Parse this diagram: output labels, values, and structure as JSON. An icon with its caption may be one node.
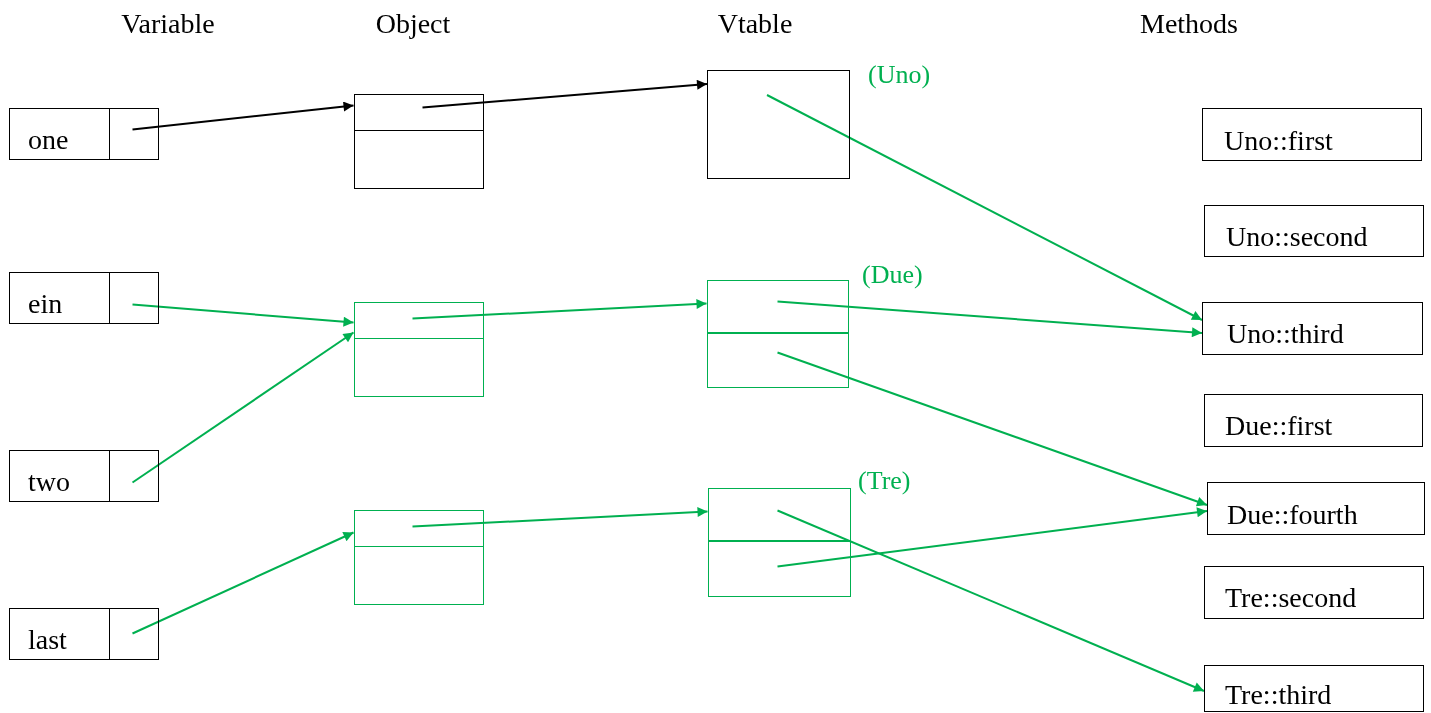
{
  "diagram": {
    "nodes": [
      {
        "text": [
          "one"
        ]
      },
      {
        "text": [],
        "shape": "box",
        "in": 0
      },
      {
        "text": [
          "ein"
        ]
      },
      {
        "text": [],
        "shape": "box",
        "in": 2
      },
      {
        "text": [
          "two"
        ]
      },
      {
        "text": [],
        "shape": "box",
        "in": 4
      },
      {
        "text": [
          "last"
        ]
      },
      {
        "text": [],
        "shape": "box",
        "in": 6
      },
      {
        "text": [],
        "shape": "box"
      },
      {
        "text": [],
        "shape": "box",
        "in": 8
      },
      {
        "text": [],
        "shape": "box"
      },
      {
        "text": [],
        "shape": "box",
        "in": 10
      },
      {
        "text": [],
        "shape": "box"
      },
      {
        "text": [],
        "shape": "box",
        "in": 12
      },
      {
        "text": [],
        "shape": "box",
        "beside": [
          "(Uno)"
        ]
      },
      {
        "text": [],
        "shape": "box",
        "beside": [
          "(Due)"
        ]
      },
      {
        "text": [],
        "shape": "box",
        "in": 15
      },
      {
        "text": [],
        "shape": "box",
        "in": 15
      },
      {
        "text": [],
        "shape": "box",
        "beside": [
          "(Tre)"
        ]
      },
      {
        "text": [],
        "shape": "box",
        "in": 18
      },
      {
        "text": [],
        "shape": "box",
        "in": 18
      },
      {
        "text": [
          "Uno::first"
        ]
      },
      {
        "text": [
          "Uno::second"
        ]
      },
      {
        "text": [
          "Uno::third"
        ]
      },
      {
        "text": [
          "Due::first"
        ]
      },
      {
        "text": [
          "Due::fourth"
        ]
      },
      {
        "text": [
          "Tre::second"
        ]
      },
      {
        "text": [
          "Tre::third"
        ]
      }
    ],
    "edges": [
      {
        "from": 1,
        "to": 9,
        "arrow": "to",
        "color": "#000000"
      },
      {
        "from": 9,
        "to": 14,
        "arrow": "to",
        "color": "#000000"
      },
      {
        "from": 14,
        "to": 23,
        "arrow": "to"
      },
      {
        "from": 3,
        "to": 11,
        "arrow": "to"
      },
      {
        "from": 5,
        "to": 11,
        "arrow": "to"
      },
      {
        "from": 11,
        "to": 16,
        "arrow": "to"
      },
      {
        "from": 16,
        "to": 23,
        "arrow": "to"
      },
      {
        "from": 17,
        "to": 25,
        "arrow": "to"
      },
      {
        "from": 7,
        "to": 13,
        "arrow": "to"
      },
      {
        "from": 13,
        "to": 19,
        "arrow": "to"
      },
      {
        "from": 19,
        "to": 27,
        "arrow": "to"
      },
      {
        "from": 20,
        "to": 25,
        "arrow": "to"
      }
    ],
    "labels": [
      "Variable",
      "Object",
      "Vtable",
      "Methods"
    ]
  }
}
